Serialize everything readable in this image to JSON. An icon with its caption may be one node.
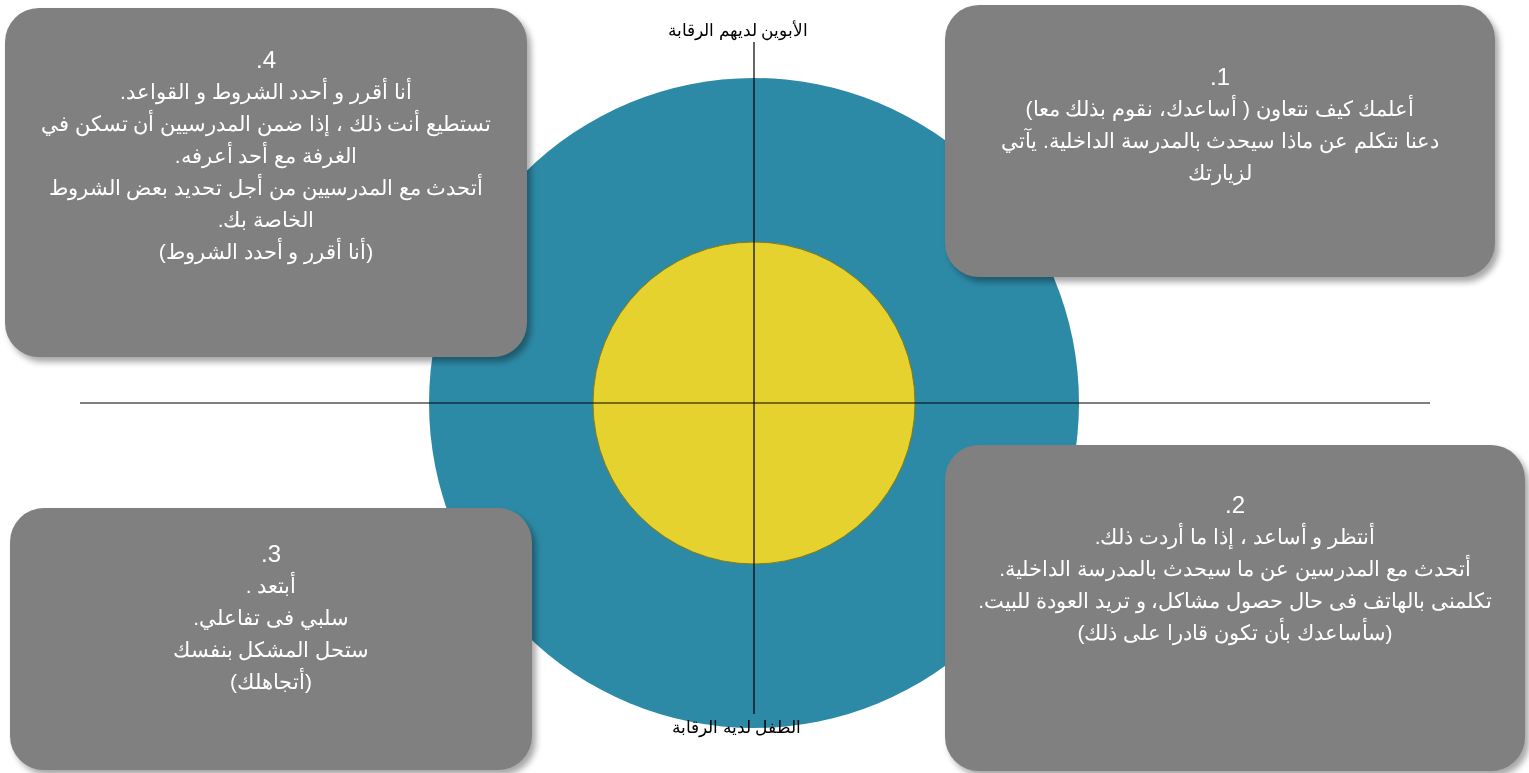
{
  "diagram": {
    "nodes": [
      {
        "text": [
          "1.",
          "أعلمك كيف نتعاون ( أساعدك، نقوم بذلك معا)",
          "دعنا نتكلم عن ماذا سيحدث بالمدرسة الداخلية. يآتي لزيارتك"
        ]
      },
      {
        "text": [
          "2.",
          "أنتظر و أساعد ، إذا ما أردت ذلك.",
          "أتحدث مع المدرسين عن ما سيحدث بالمدرسة الداخلية.",
          "تكلمنى بالهاتف فى حال حصول مشاكل، و تريد العودة للبيت.",
          "(سأساعدك بأن تكون قادرا على ذلك)"
        ]
      },
      {
        "text": [
          "3.",
          "أبتعد .",
          "سلبي فى تفاعلي.",
          "ستحل المشكل بنفسك",
          "(أتجاهلك)"
        ]
      },
      {
        "text": [
          "4.",
          "أنا أقرر و أحدد الشروط و القواعد.",
          "تستطيع أنت ذلك ، إذا ضمن المدرسيين أن تسكن في الغرفة مع أحد أعرفه.",
          "أتحدث مع المدرسيين من أجل تحديد بعض الشروط الخاصة بك.",
          "(أنا أقرر و أحدد الشروط)"
        ]
      }
    ],
    "edges": [],
    "labels": [
      "الأبوين لديهم الرقابة",
      "الطفل لديه الرقابة"
    ]
  }
}
